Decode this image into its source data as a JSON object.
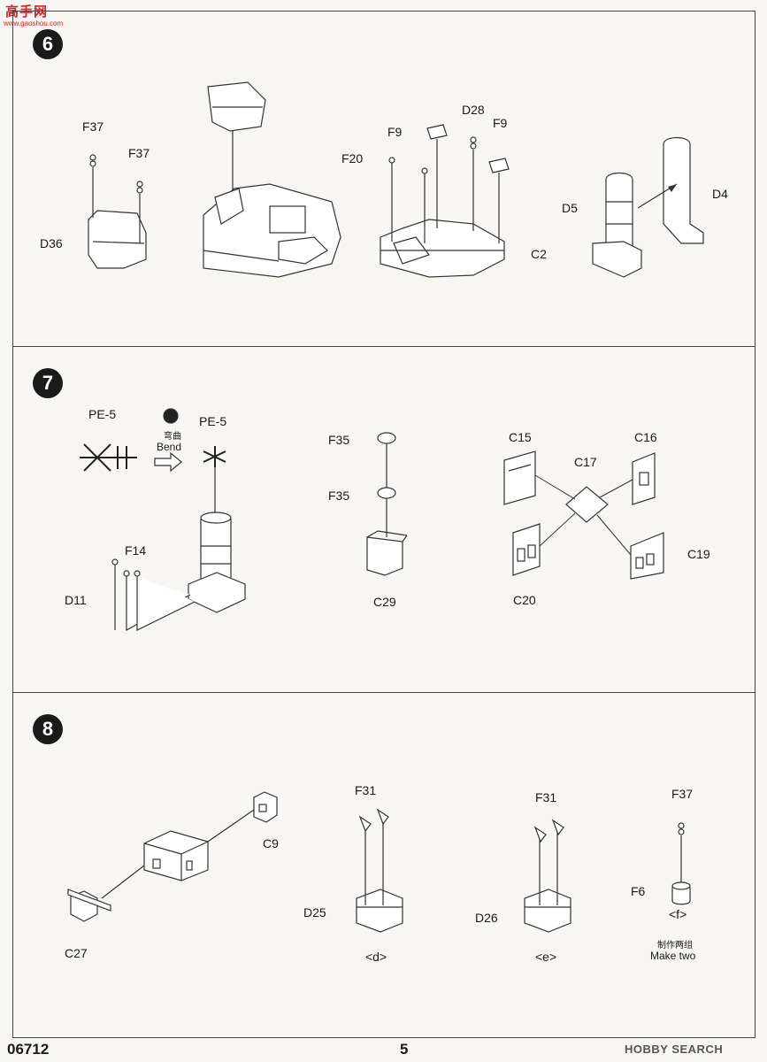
{
  "logo": {
    "cn": "高手网",
    "url": "www.gaoshou.com"
  },
  "steps": [
    {
      "number": "6",
      "labels": {
        "f37a": "F37",
        "f37b": "F37",
        "d36": "D36",
        "f9a": "F9",
        "d28": "D28",
        "f9b": "F9",
        "f20": "F20",
        "c2": "C2",
        "d5": "D5",
        "d4": "D4"
      }
    },
    {
      "number": "7",
      "labels": {
        "pe5a": "PE-5",
        "bend_cn": "弯曲",
        "bend_en": "Bend",
        "pe5b": "PE-5",
        "f14": "F14",
        "d11": "D11",
        "f35a": "F35",
        "f35b": "F35",
        "c29": "C29",
        "c15": "C15",
        "c16": "C16",
        "c17": "C17",
        "c19": "C19",
        "c20": "C20"
      }
    },
    {
      "number": "8",
      "labels": {
        "c9": "C9",
        "c27": "C27",
        "f31a": "F31",
        "d25": "D25",
        "sub_d": "<d>",
        "f31b": "F31",
        "d26": "D26",
        "sub_e": "<e>",
        "f37": "F37",
        "f6": "F6",
        "sub_f": "<f>",
        "make_two_cn": "制作两组",
        "make_two_en": "Make two"
      }
    }
  ],
  "footer": {
    "code": "06712",
    "page": "5",
    "watermark": "HOBBY SEARCH"
  }
}
